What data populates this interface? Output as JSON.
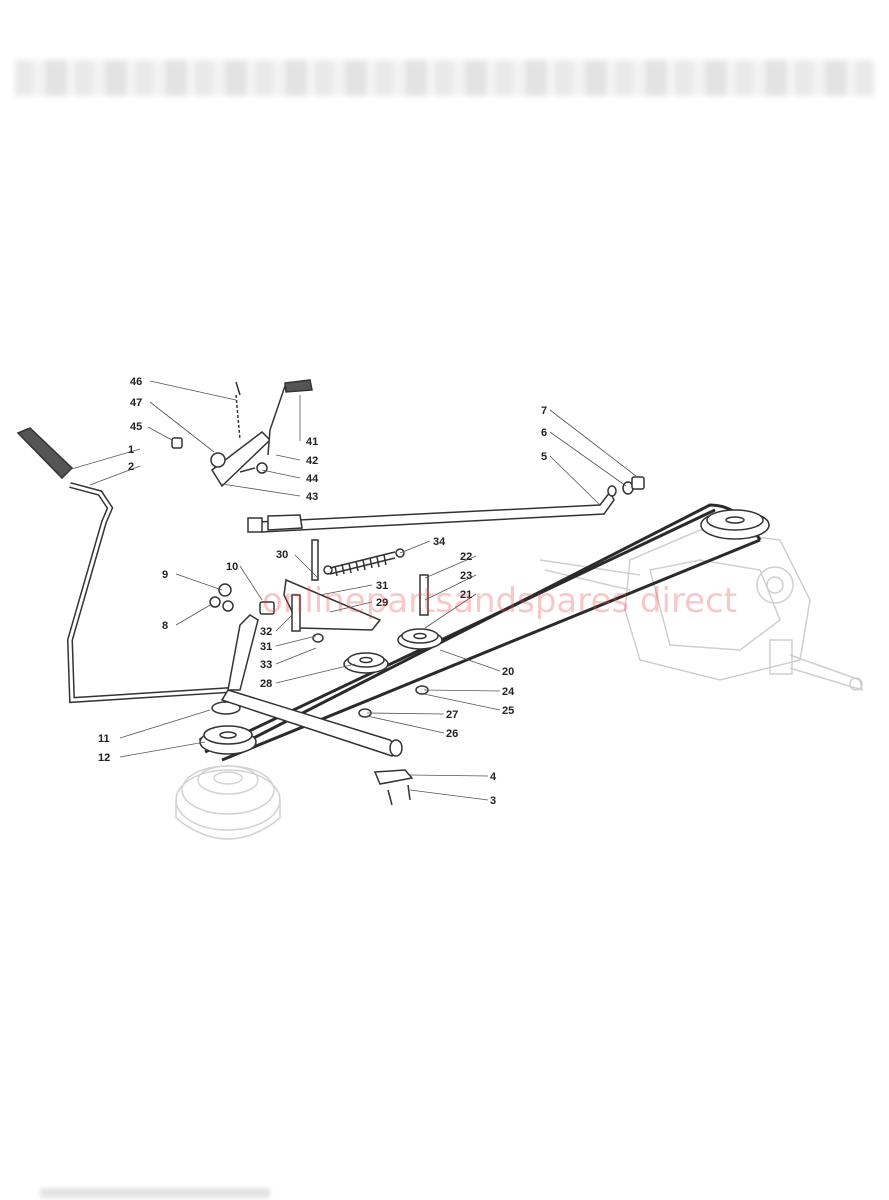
{
  "watermark": "onlinepartsandspares direct",
  "callouts": [
    {
      "id": "c46",
      "label": "46"
    },
    {
      "id": "c47",
      "label": "47"
    },
    {
      "id": "c45",
      "label": "45"
    },
    {
      "id": "c1",
      "label": "1"
    },
    {
      "id": "c2",
      "label": "2"
    },
    {
      "id": "c41",
      "label": "41"
    },
    {
      "id": "c42",
      "label": "42"
    },
    {
      "id": "c44",
      "label": "44"
    },
    {
      "id": "c43",
      "label": "43"
    },
    {
      "id": "c7",
      "label": "7"
    },
    {
      "id": "c6",
      "label": "6"
    },
    {
      "id": "c5",
      "label": "5"
    },
    {
      "id": "c30",
      "label": "30"
    },
    {
      "id": "c34",
      "label": "34"
    },
    {
      "id": "c10",
      "label": "10"
    },
    {
      "id": "c9",
      "label": "9"
    },
    {
      "id": "c8",
      "label": "8"
    },
    {
      "id": "c31a",
      "label": "31"
    },
    {
      "id": "c22",
      "label": "22"
    },
    {
      "id": "c23",
      "label": "23"
    },
    {
      "id": "c21",
      "label": "21"
    },
    {
      "id": "c29",
      "label": "29"
    },
    {
      "id": "c32",
      "label": "32"
    },
    {
      "id": "c31b",
      "label": "31"
    },
    {
      "id": "c33",
      "label": "33"
    },
    {
      "id": "c28",
      "label": "28"
    },
    {
      "id": "c20",
      "label": "20"
    },
    {
      "id": "c24",
      "label": "24"
    },
    {
      "id": "c25",
      "label": "25"
    },
    {
      "id": "c27",
      "label": "27"
    },
    {
      "id": "c26",
      "label": "26"
    },
    {
      "id": "c11",
      "label": "11"
    },
    {
      "id": "c12",
      "label": "12"
    },
    {
      "id": "c4",
      "label": "4"
    },
    {
      "id": "c3",
      "label": "3"
    }
  ],
  "colors": {
    "line": "#333333",
    "ghost": "#cfcfcf",
    "belt": "#2a2a2a"
  }
}
